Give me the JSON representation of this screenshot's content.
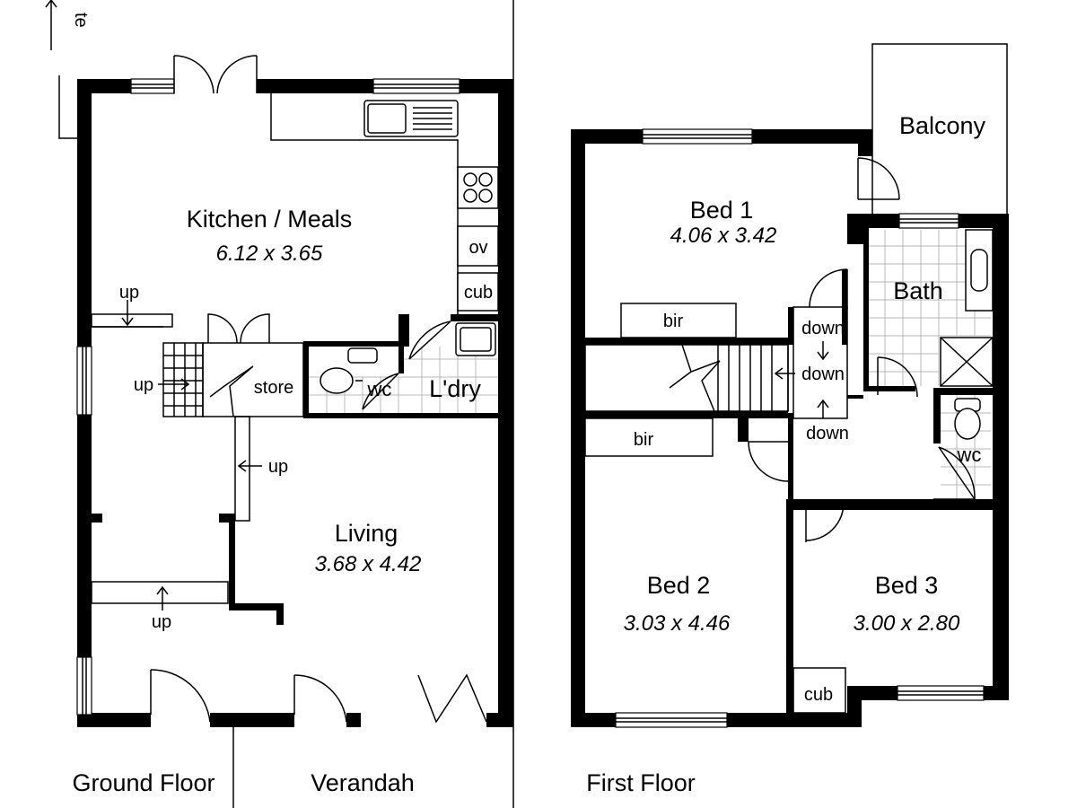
{
  "floors": {
    "ground": {
      "title": "Ground Floor"
    },
    "first": {
      "title": "First Floor"
    },
    "verandah": "Verandah"
  },
  "rooms": {
    "kitchen": {
      "name": "Kitchen / Meals",
      "size": "6.12 x 3.65"
    },
    "living": {
      "name": "Living",
      "size": "3.68 x 4.42"
    },
    "bed1": {
      "name": "Bed 1",
      "size": "4.06 x 3.42"
    },
    "bed2": {
      "name": "Bed 2",
      "size": "3.03 x 4.46"
    },
    "bed3": {
      "name": "Bed 3",
      "size": "3.00 x 2.80"
    },
    "bath": "Bath",
    "balcony": "Balcony",
    "laundry": "L'dry",
    "wc_ground": "wc",
    "wc_first": "wc",
    "store": "store"
  },
  "fixtures": {
    "oven": "ov",
    "cupboard_kitchen": "cub",
    "cupboard_bed3": "cub",
    "bir_bed1": "bir",
    "bir_bed2": "bir"
  },
  "stairs": {
    "up_1": "up",
    "up_2": "up",
    "up_3": "up",
    "up_4": "up",
    "down_1": "down",
    "down_2": "down",
    "down_3": "down"
  },
  "cut_label": "te"
}
